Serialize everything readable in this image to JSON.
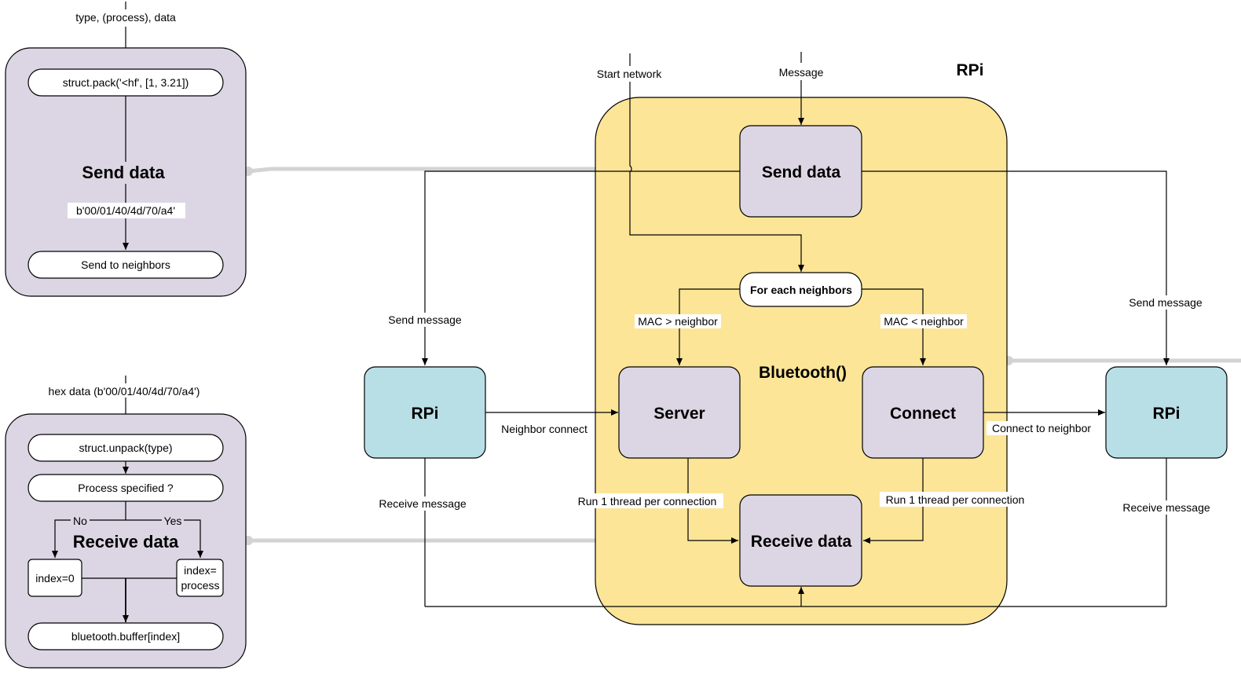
{
  "colors": {
    "panel_fill": "#dcd6e4",
    "node_fill": "#dcd6e4",
    "rpi_fill": "#b9dfe6",
    "bluetooth_fill": "#fde597",
    "pill_fill": "#ffffff",
    "stroke": "#000000",
    "connector": "#d3d3d3"
  },
  "send_panel": {
    "input_label": "type, (process), data",
    "pack_step": "struct.pack('<hf', [1, 3.21])",
    "title": "Send data",
    "bytes_label": "b'00/01/40/4d/70/a4'",
    "send_step": "Send to neighbors"
  },
  "receive_panel": {
    "input_label": "hex data (b'00/01/40/4d/70/a4')",
    "unpack_step": "struct.unpack(type)",
    "decision": "Process specified ?",
    "no_label": "No",
    "yes_label": "Yes",
    "title": "Receive data",
    "index_zero": "index=0",
    "index_process_line1": "index=",
    "index_process_line2": "process",
    "buffer_step": "bluetooth.buffer[index]"
  },
  "network": {
    "title": "RPi",
    "start_label": "Start network",
    "message_label": "Message",
    "send_data": "Send data",
    "for_each": "For each neighbors",
    "mac_greater": "MAC > neighbor",
    "mac_less": "MAC < neighbor",
    "bluetooth": "Bluetooth()",
    "server": "Server",
    "connect": "Connect",
    "receive_data": "Receive data",
    "thread_left": "Run 1 thread per connection",
    "thread_right": "Run 1 thread per connection"
  },
  "left_rpi": {
    "label": "RPi",
    "send_message": "Send message",
    "receive_message": "Receive message",
    "neighbor_connect": "Neighbor connect"
  },
  "right_rpi": {
    "label": "RPi",
    "send_message": "Send message",
    "receive_message": "Receive message",
    "connect_to_neighbor": "Connect to neighbor"
  }
}
